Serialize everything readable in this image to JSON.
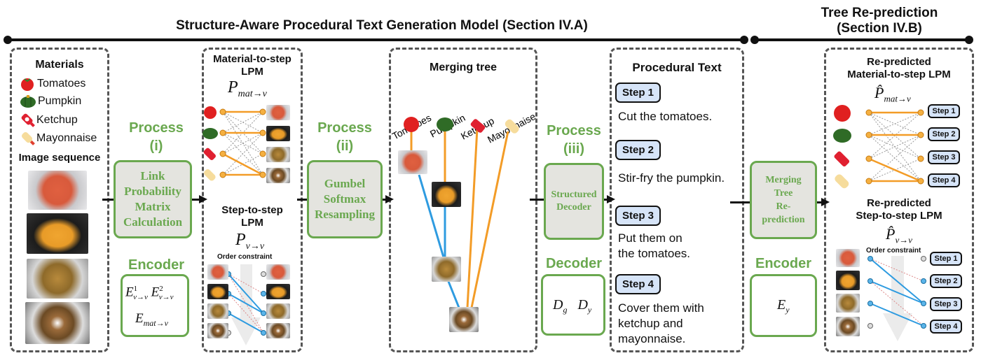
{
  "headers": {
    "main": "Structure-Aware Procedural Text Generation Model (Section IV.A)",
    "right_line1": "Tree Re-prediction",
    "right_line2": "(Section IV.B)"
  },
  "input_panel": {
    "materials_title": "Materials",
    "materials": [
      {
        "name": "Tomatoes",
        "icon": "tomato-icon"
      },
      {
        "name": "Pumpkin",
        "icon": "pumpkin-icon"
      },
      {
        "name": "Ketchup",
        "icon": "ketchup-icon"
      },
      {
        "name": "Mayonnaise",
        "icon": "mayonnaise-icon"
      }
    ],
    "image_sequence_title": "Image sequence"
  },
  "process1": {
    "title": "Process",
    "num": "(i)",
    "box_lines": [
      "Link",
      "Probability",
      "Matrix",
      "Calculation"
    ],
    "encoder_title": "Encoder",
    "encoder_symbols": {
      "e1_base": "E",
      "e1_sup": "1",
      "e1_sub": "v→v",
      "e2_base": "E",
      "e2_sup": "2",
      "e2_sub": "v→v",
      "e3_base": "E",
      "e3_sub": "mat→v"
    }
  },
  "lpm_panel": {
    "mat_title_1": "Material-to-step",
    "mat_title_2": "LPM",
    "mat_sym_base": "P",
    "mat_sym_sub": "mat→v",
    "step_title_1": "Step-to-step",
    "step_title_2": "LPM",
    "step_sym_base": "P",
    "step_sym_sub": "v→v",
    "order_constraint": "Order constraint"
  },
  "process2": {
    "title": "Process",
    "num": "(ii)",
    "box_lines": [
      "Gumbel",
      "Softmax",
      "Resampling"
    ]
  },
  "tree_panel": {
    "title": "Merging tree",
    "labels": [
      "Tomatoes",
      "Pumpkin",
      "Ketchup",
      "Mayonnaise"
    ]
  },
  "process3": {
    "title": "Process",
    "num": "(iii)",
    "box_lines": [
      "Structured",
      "Decoder"
    ],
    "decoder_title": "Decoder",
    "decoder_symbols": {
      "d1_base": "D",
      "d1_sub": "g",
      "d2_base": "D",
      "d2_sub": "y"
    }
  },
  "text_panel": {
    "title": "Procedural Text",
    "steps": [
      {
        "label": "Step 1",
        "text": [
          "Cut the tomatoes."
        ]
      },
      {
        "label": "Step 2",
        "text": [
          "Stir-fry the pumpkin."
        ]
      },
      {
        "label": "Step 3",
        "text": [
          "Put them on",
          "the tomatoes."
        ]
      },
      {
        "label": "Step 4",
        "text": [
          "Cover them with",
          "ketchup and",
          "mayonnaise."
        ]
      }
    ]
  },
  "repredict": {
    "box_lines": [
      "Merging",
      "Tree",
      "Re-",
      "prediction"
    ],
    "encoder_title": "Encoder",
    "encoder_symbol_base": "E",
    "encoder_symbol_sub": "y"
  },
  "repredict_panel": {
    "mat_title_1": "Re-predicted",
    "mat_title_2": "Material-to-step LPM",
    "mat_sym_base": "P̂",
    "mat_sym_sub": "mat→v",
    "step_title_1": "Re-predicted",
    "step_title_2": "Step-to-step LPM",
    "step_sym_base": "P̂",
    "step_sym_sub": "v→v",
    "order_constraint": "Order constraint",
    "steps": [
      "Step 1",
      "Step 2",
      "Step 3",
      "Step 4"
    ]
  },
  "colors": {
    "green": "#6aa84f",
    "orange": "#f39c27",
    "blue": "#2e9be0",
    "step_fill": "#d6e4f8",
    "gray_box": "#e4e4df"
  }
}
